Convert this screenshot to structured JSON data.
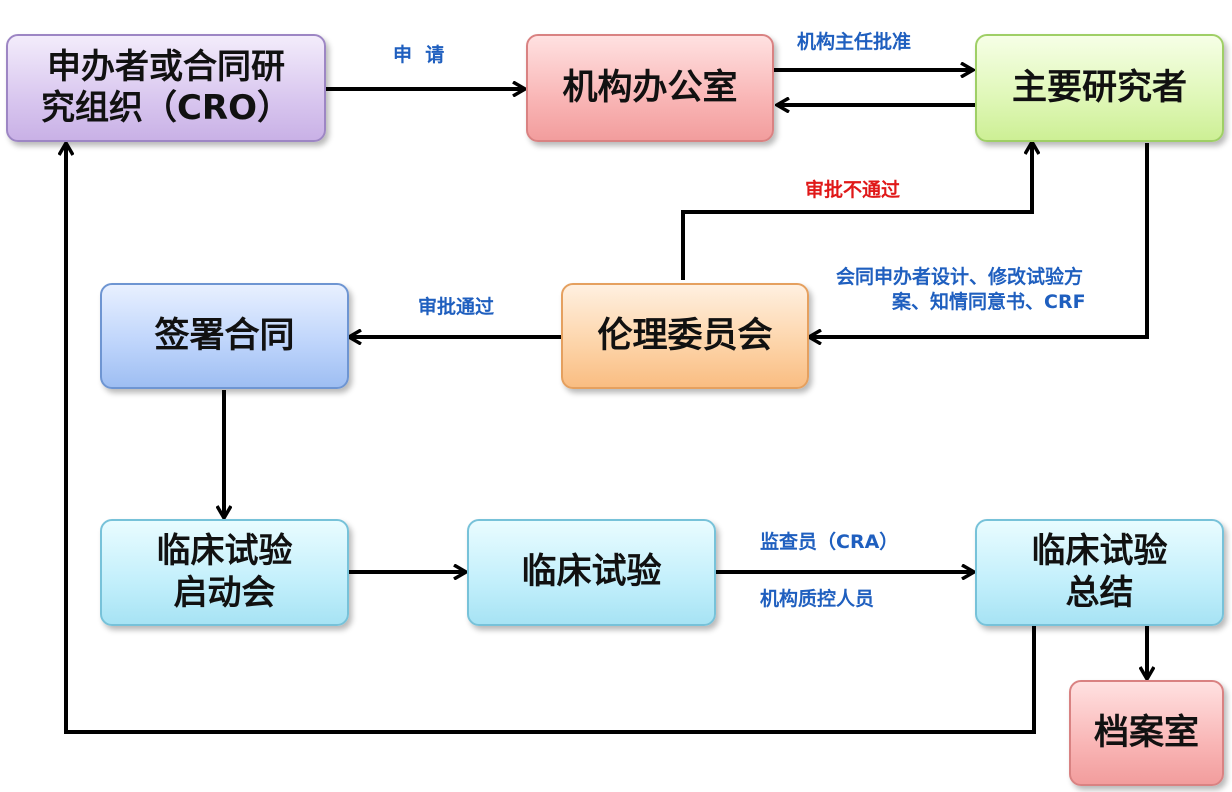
{
  "nodes": {
    "sponsor": "申办者或合同研\n究组织（CRO）",
    "office": "机构办公室",
    "investigator": "主要研究者",
    "ethics": "伦理委员会",
    "contract": "签署合同",
    "kickoff": "临床试验\n启动会",
    "trial": "临床试验",
    "summary": "临床试验\n总结",
    "archive": "档案室"
  },
  "edge_labels": {
    "apply": "申  请",
    "director_approve": "机构主任批准",
    "rejected": "审批不通过",
    "design_line1": "会同申办者设计、修改试验方",
    "design_line2": "案、知情同意书、CRF",
    "approved": "审批通过",
    "monitor": "监查员（CRA）",
    "qc_staff": "机构质控人员"
  },
  "colors": {
    "purple": "#d9c7ef",
    "red": "#f9b6b6",
    "green": "#dff7b7",
    "blue": "#bcd3fb",
    "orange": "#fdd3a7",
    "cyan": "#c2effb",
    "label_blue": "#1f5fbf",
    "label_red": "#e01818",
    "arrow": "#000000"
  }
}
